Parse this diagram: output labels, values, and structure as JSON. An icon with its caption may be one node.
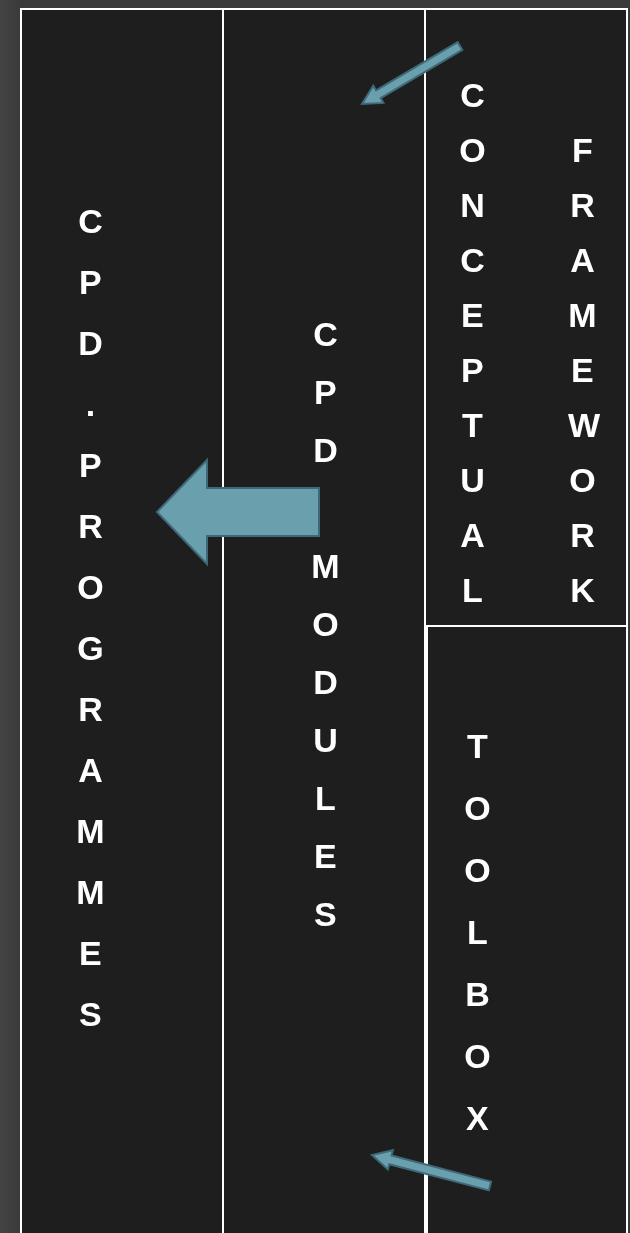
{
  "diagram": {
    "nodes": [
      {
        "text": [
          "CPD.PROGRAMMES"
        ]
      },
      {
        "text": [
          "CPD MODULES"
        ]
      },
      {
        "text": [
          "CONCEPTUAL",
          "FRAMEWORK"
        ]
      },
      {
        "text": [
          "TOOLBOX"
        ]
      }
    ],
    "edges": [
      {
        "from": 1,
        "to": 0,
        "arrow": "to",
        "style": "thick"
      },
      {
        "from": 2,
        "to": 1,
        "arrow": "to"
      },
      {
        "from": 3,
        "to": 1,
        "arrow": "to"
      }
    ]
  }
}
